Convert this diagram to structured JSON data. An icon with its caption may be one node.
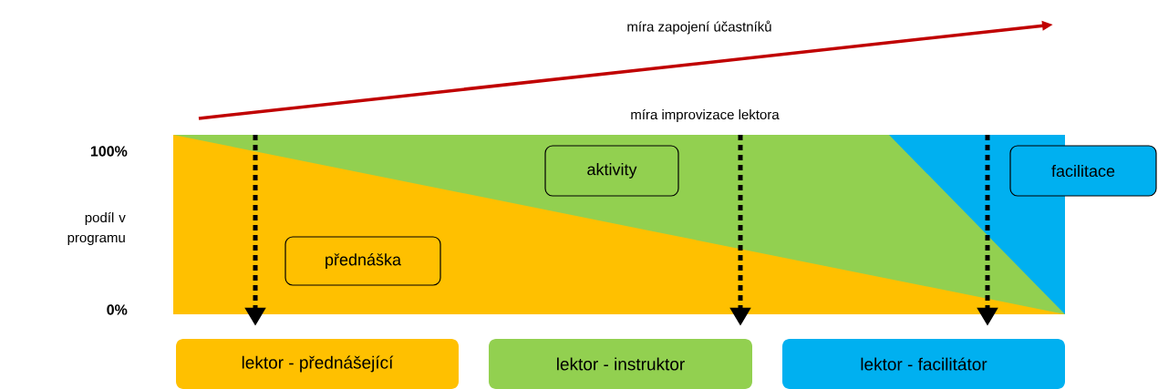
{
  "diagram": {
    "nodes": [
      {
        "text": [
          "přednáška"
        ]
      },
      {
        "text": [
          "aktivity"
        ]
      },
      {
        "text": [
          "facilitace"
        ]
      },
      {
        "text": [
          "lektor - přednášející"
        ]
      },
      {
        "text": [
          "lektor - instruktor"
        ]
      },
      {
        "text": [
          "lektor - facilitátor"
        ]
      }
    ],
    "edges": [
      {
        "from": null,
        "to": 3,
        "arrow": "to",
        "style": "dashed"
      },
      {
        "from": null,
        "to": 4,
        "arrow": "to",
        "style": "dashed"
      },
      {
        "from": null,
        "to": 5,
        "arrow": "to",
        "style": "dashed"
      }
    ],
    "labels": [
      "míra zapojení účastníků",
      "míra improvizace lektora",
      "100%",
      "podíl v programu",
      "0%"
    ]
  }
}
